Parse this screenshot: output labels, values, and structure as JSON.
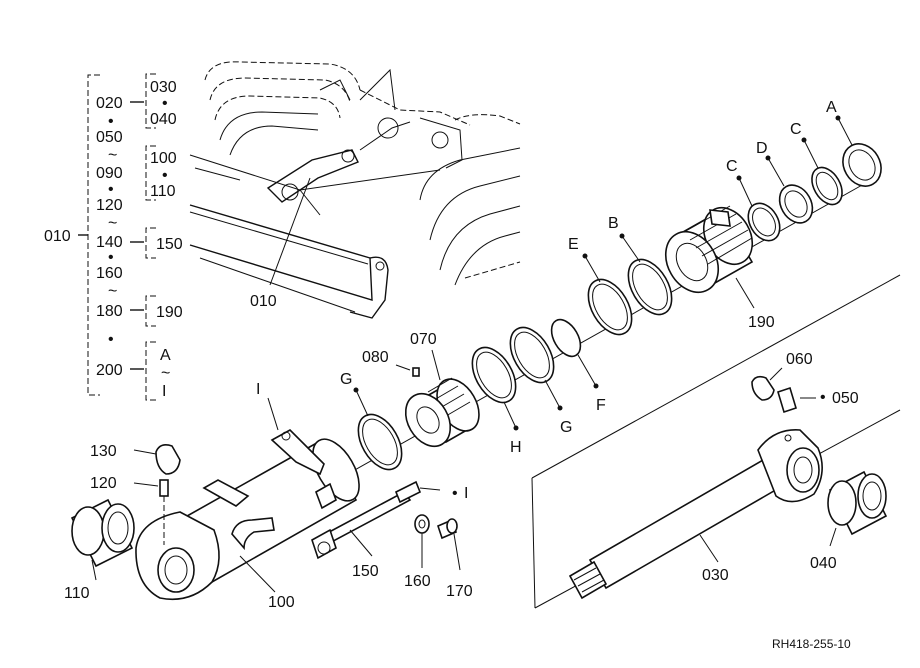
{
  "tree": {
    "root": "010",
    "col1": [
      "020",
      "050",
      "090",
      "120",
      "140",
      "160",
      "180",
      "200"
    ],
    "col1_separators": [
      "•",
      "~",
      "•",
      "~",
      "•",
      "~",
      "•"
    ],
    "group_a": [
      "030",
      "040"
    ],
    "group_a_sep": "•",
    "group_b": [
      "100",
      "110"
    ],
    "group_b_sep": "•",
    "single_150": "150",
    "single_190": "190",
    "range_from": "A",
    "range_sep": "~",
    "range_to": "I"
  },
  "callouts": {
    "p010": "010",
    "p190": "190",
    "pA": "A",
    "pB": "B",
    "pC1": "C",
    "pC2": "C",
    "pD": "D",
    "pE": "E",
    "pF": "F",
    "pG1": "G",
    "pG2": "G",
    "pH": "H",
    "p070": "070",
    "p080": "080",
    "pI1": "I",
    "pI2": "I",
    "pI2_dot": "•",
    "p130": "130",
    "p120": "120",
    "p110": "110",
    "p100": "100",
    "p150": "150",
    "p160": "160",
    "p170": "170",
    "p060": "060",
    "p050": "050",
    "p050_dot": "•",
    "p030": "030",
    "p040": "040"
  },
  "footer": {
    "code": "RH418-255-10"
  }
}
